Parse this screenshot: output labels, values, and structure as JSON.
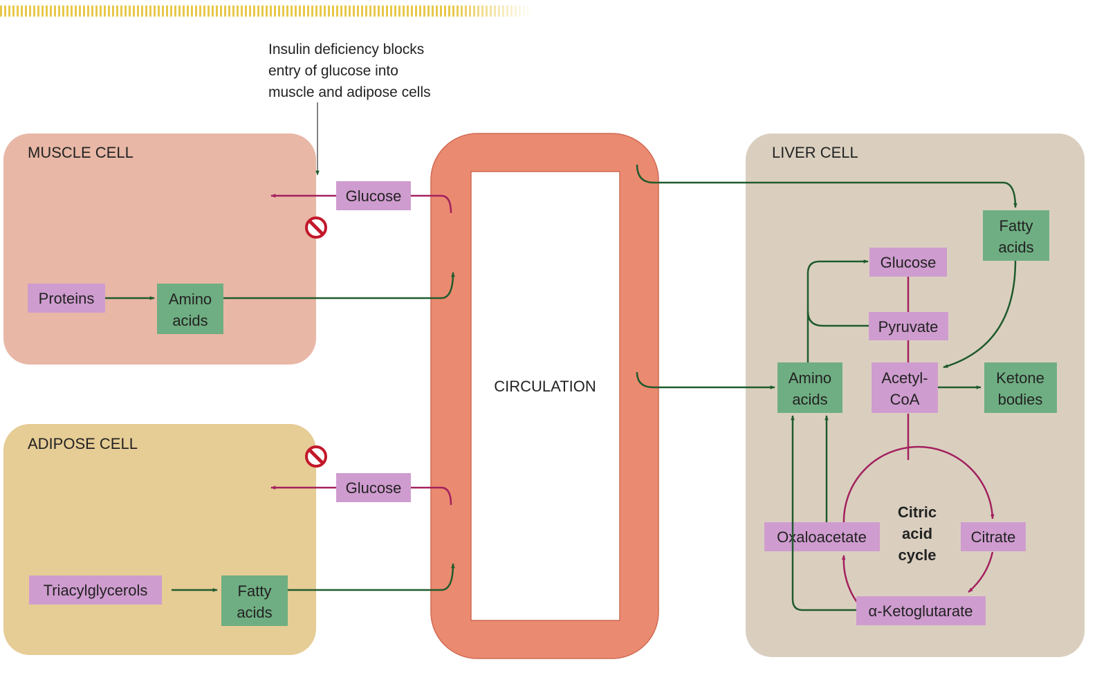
{
  "colors": {
    "muscle_bg": "#e8b7a6",
    "adipose_bg": "#e6cc95",
    "liver_bg": "#dacfbf",
    "circulation": "#ea8a70",
    "purple_box": "#cf9ccf",
    "green_box": "#6fae82",
    "green_arrow": "#1f5a2c",
    "magenta_arrow": "#a3205e",
    "header_stripe": "#e8c84a"
  },
  "icons": {
    "block": "no-entry-icon"
  },
  "annotation": {
    "line1": "Insulin deficiency blocks",
    "line2": "entry of glucose into",
    "line3": "muscle and adipose cells"
  },
  "muscle": {
    "title": "MUSCLE CELL",
    "glucose": "Glucose",
    "proteins": "Proteins",
    "amino_1": "Amino",
    "amino_2": "acids"
  },
  "adipose": {
    "title": "ADIPOSE CELL",
    "glucose": "Glucose",
    "triacylglycerols": "Triacylglycerols",
    "fatty_1": "Fatty",
    "fatty_2": "acids"
  },
  "circulation": {
    "label": "CIRCULATION"
  },
  "liver": {
    "title": "LIVER CELL",
    "fatty_1": "Fatty",
    "fatty_2": "acids",
    "glucose": "Glucose",
    "pyruvate": "Pyruvate",
    "amino_1": "Amino",
    "amino_2": "acids",
    "acetyl_1": "Acetyl-",
    "acetyl_2": "CoA",
    "ketone_1": "Ketone",
    "ketone_2": "bodies",
    "oxaloacetate": "Oxaloacetate",
    "citrate": "Citrate",
    "ketoglutarate": "α-Ketoglutarate",
    "cycle_1": "Citric",
    "cycle_2": "acid",
    "cycle_3": "cycle"
  }
}
